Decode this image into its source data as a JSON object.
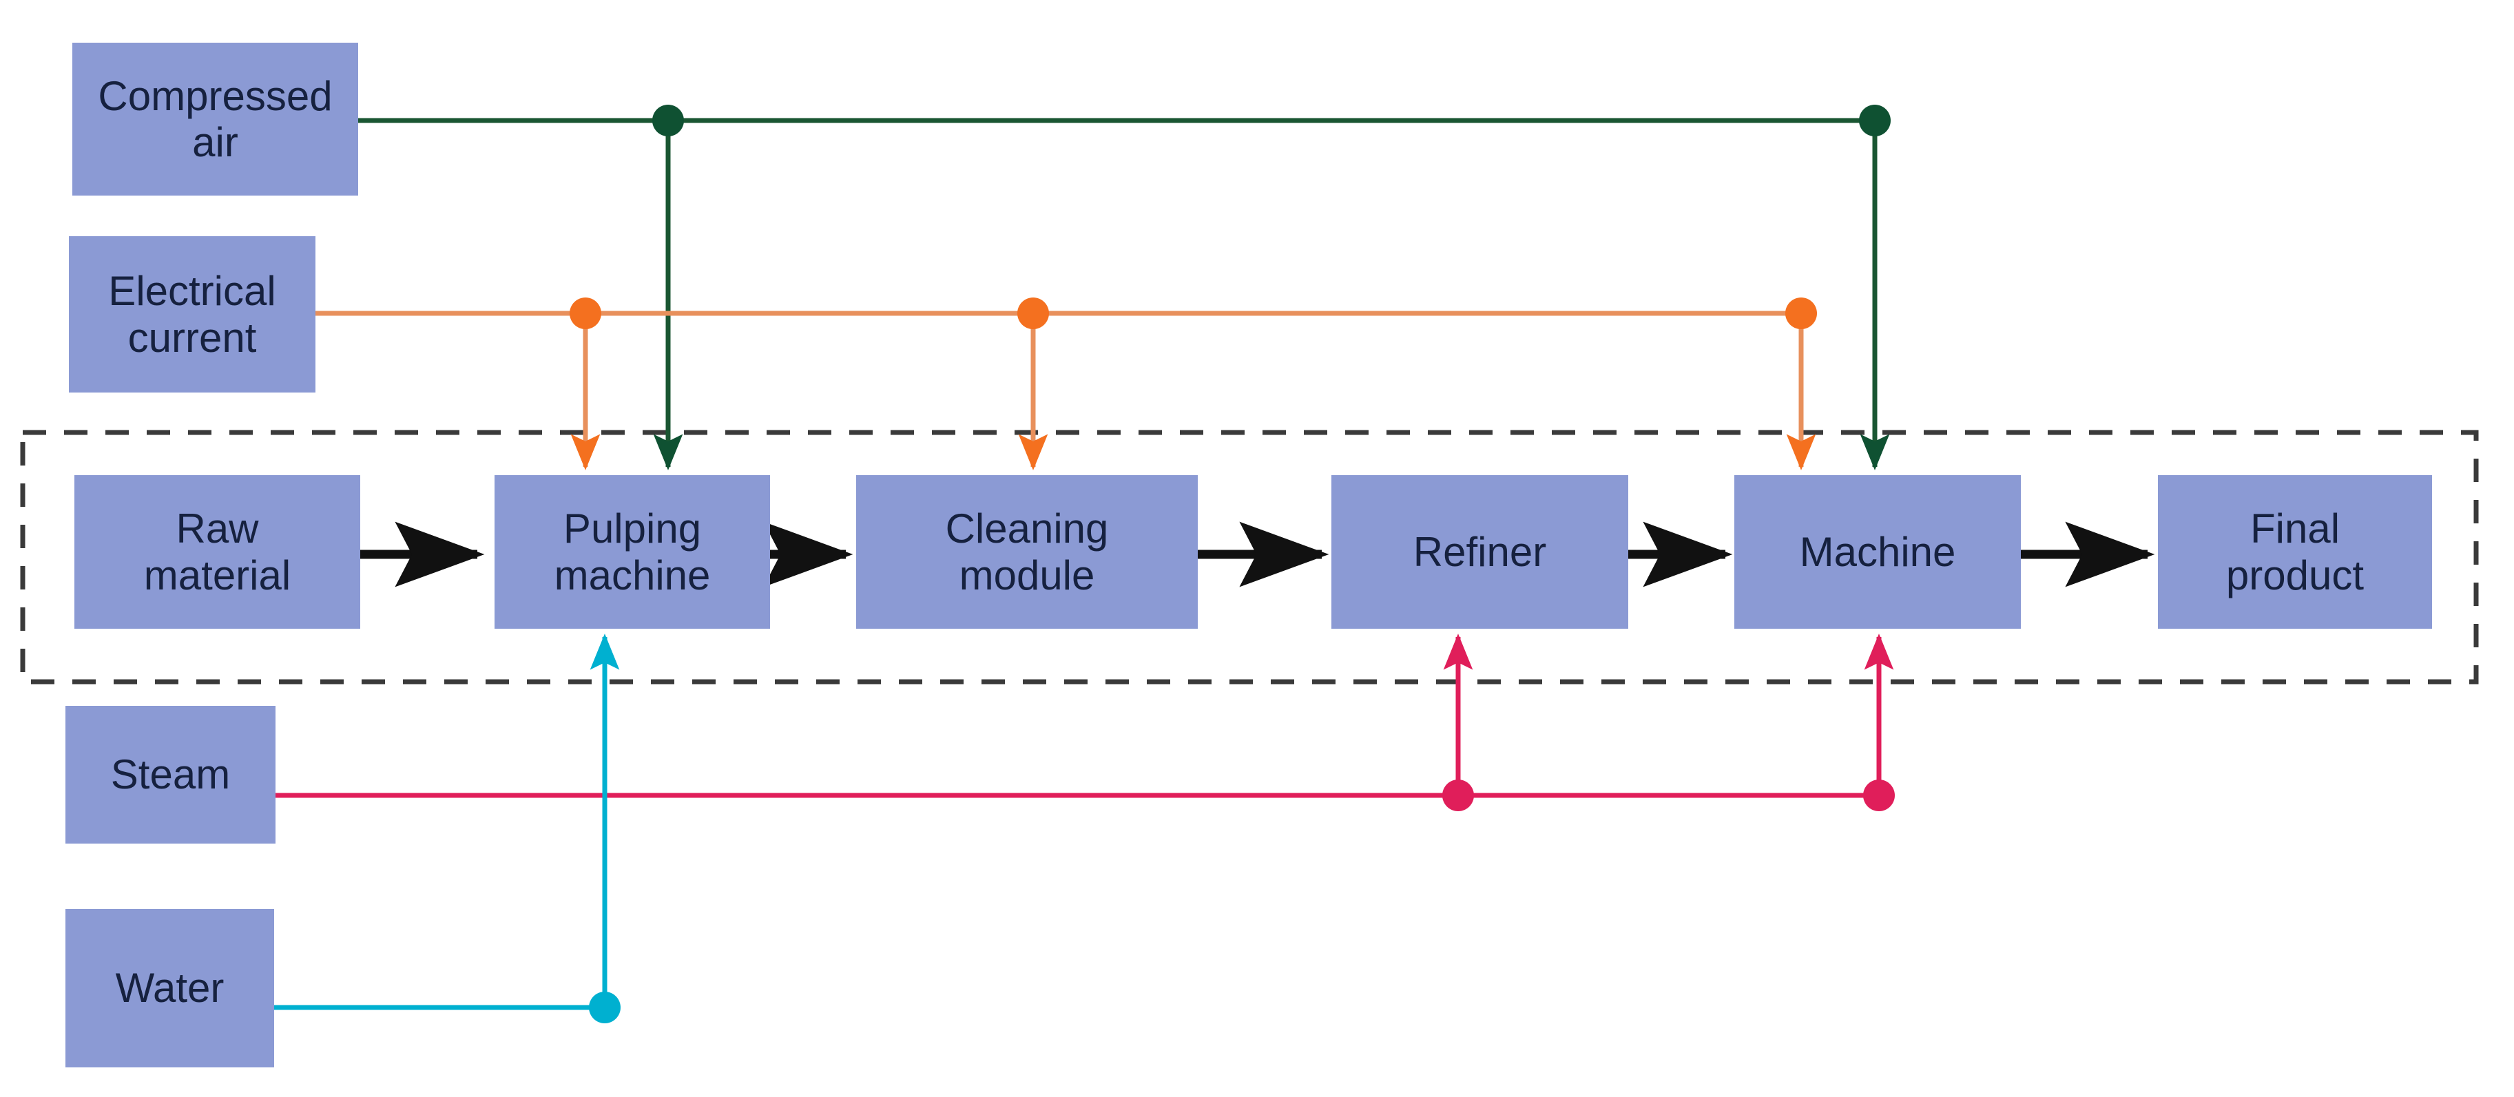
{
  "diagram": {
    "title": "Pulp and paper production process flow with utility inputs",
    "background_color": "#ffffff",
    "node_fill_color": "#8b9ad4",
    "node_text_color": "#16213f",
    "boundary": {
      "label": "process-boundary",
      "style": "dashed",
      "color": "#3a3a3a"
    }
  },
  "utilities": [
    {
      "id": "compressed-air",
      "label": "Compressed\nair",
      "line_color": "#1a5632",
      "line_name": "compressed-air-line"
    },
    {
      "id": "electrical-current",
      "label": "Electrical\ncurrent",
      "line_color": "#e8712a",
      "line_name": "electrical-current-line"
    },
    {
      "id": "steam",
      "label": "Steam",
      "line_color": "#e01e5a",
      "line_name": "steam-line"
    },
    {
      "id": "water",
      "label": "Water",
      "line_color": "#00b0d0",
      "line_name": "water-line"
    }
  ],
  "process": {
    "nodes": [
      {
        "id": "raw-material",
        "label": "Raw\nmaterial"
      },
      {
        "id": "pulping-machine",
        "label": "Pulping\nmachine"
      },
      {
        "id": "cleaning-module",
        "label": "Cleaning\nmodule"
      },
      {
        "id": "refiner",
        "label": "Refiner"
      },
      {
        "id": "machine",
        "label": "Machine"
      },
      {
        "id": "final-product",
        "label": "Final\nproduct"
      }
    ],
    "flow_arrow_color": "#111111",
    "flow_connections": [
      {
        "from": "raw-material",
        "to": "pulping-machine"
      },
      {
        "from": "pulping-machine",
        "to": "cleaning-module"
      },
      {
        "from": "cleaning-module",
        "to": "refiner"
      },
      {
        "from": "refiner",
        "to": "machine"
      },
      {
        "from": "machine",
        "to": "final-product"
      }
    ]
  },
  "utility_connections": [
    {
      "utility": "compressed-air",
      "targets": [
        "pulping-machine",
        "machine"
      ],
      "color": "#1a5632"
    },
    {
      "utility": "electrical-current",
      "targets": [
        "pulping-machine",
        "cleaning-module",
        "machine"
      ],
      "color": "#e8712a"
    },
    {
      "utility": "steam",
      "targets": [
        "refiner",
        "machine"
      ],
      "color": "#e01e5a"
    },
    {
      "utility": "water",
      "targets": [
        "pulping-machine"
      ],
      "color": "#00b0d0"
    }
  ],
  "labels": {
    "compressed_air_line1": "Compressed",
    "compressed_air_line2": "air",
    "electrical_line1": "Electrical",
    "electrical_line2": "current",
    "steam": "Steam",
    "water": "Water",
    "raw_material_line1": "Raw",
    "raw_material_line2": "material",
    "pulping_line1": "Pulping",
    "pulping_line2": "machine",
    "cleaning_line1": "Cleaning",
    "cleaning_line2": "module",
    "refiner": "Refiner",
    "machine": "Machine",
    "final_line1": "Final",
    "final_line2": "product"
  }
}
